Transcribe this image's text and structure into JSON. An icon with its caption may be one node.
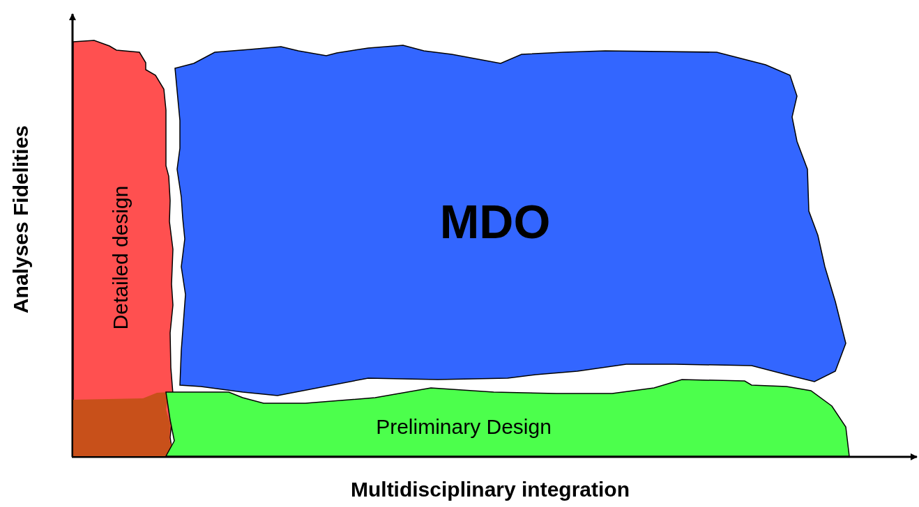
{
  "diagram": {
    "nodes": [
      {
        "text": [
          "Detailed design"
        ]
      },
      {
        "text": [
          "MDO"
        ]
      },
      {
        "text": [
          "Preliminary Design"
        ]
      }
    ],
    "labels": [
      "Analyses Fidelities",
      "Multidisciplinary integration"
    ]
  }
}
